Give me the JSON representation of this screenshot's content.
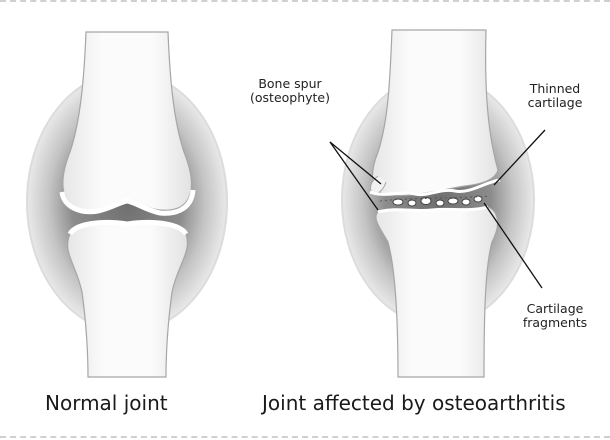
{
  "labels": {
    "bone_spur_line1": "Bone spur",
    "bone_spur_line2": "(osteophyte)",
    "thinned_line1": "Thinned",
    "thinned_line2": "cartilage",
    "fragments_line1": "Cartilage",
    "fragments_line2": "fragments"
  },
  "captions": {
    "normal": "Normal joint",
    "affected": "Joint affected by osteoarthritis"
  },
  "colors": {
    "bone": "#f7f7f7",
    "bone_outline": "#aaaaaa",
    "capsule_outer": "#e8e8e8",
    "capsule_mid": "#cfcfcf",
    "capsule_inner": "#8a8a8a",
    "cartilage": "#ffffff",
    "fragments": "#4a4a4a"
  }
}
